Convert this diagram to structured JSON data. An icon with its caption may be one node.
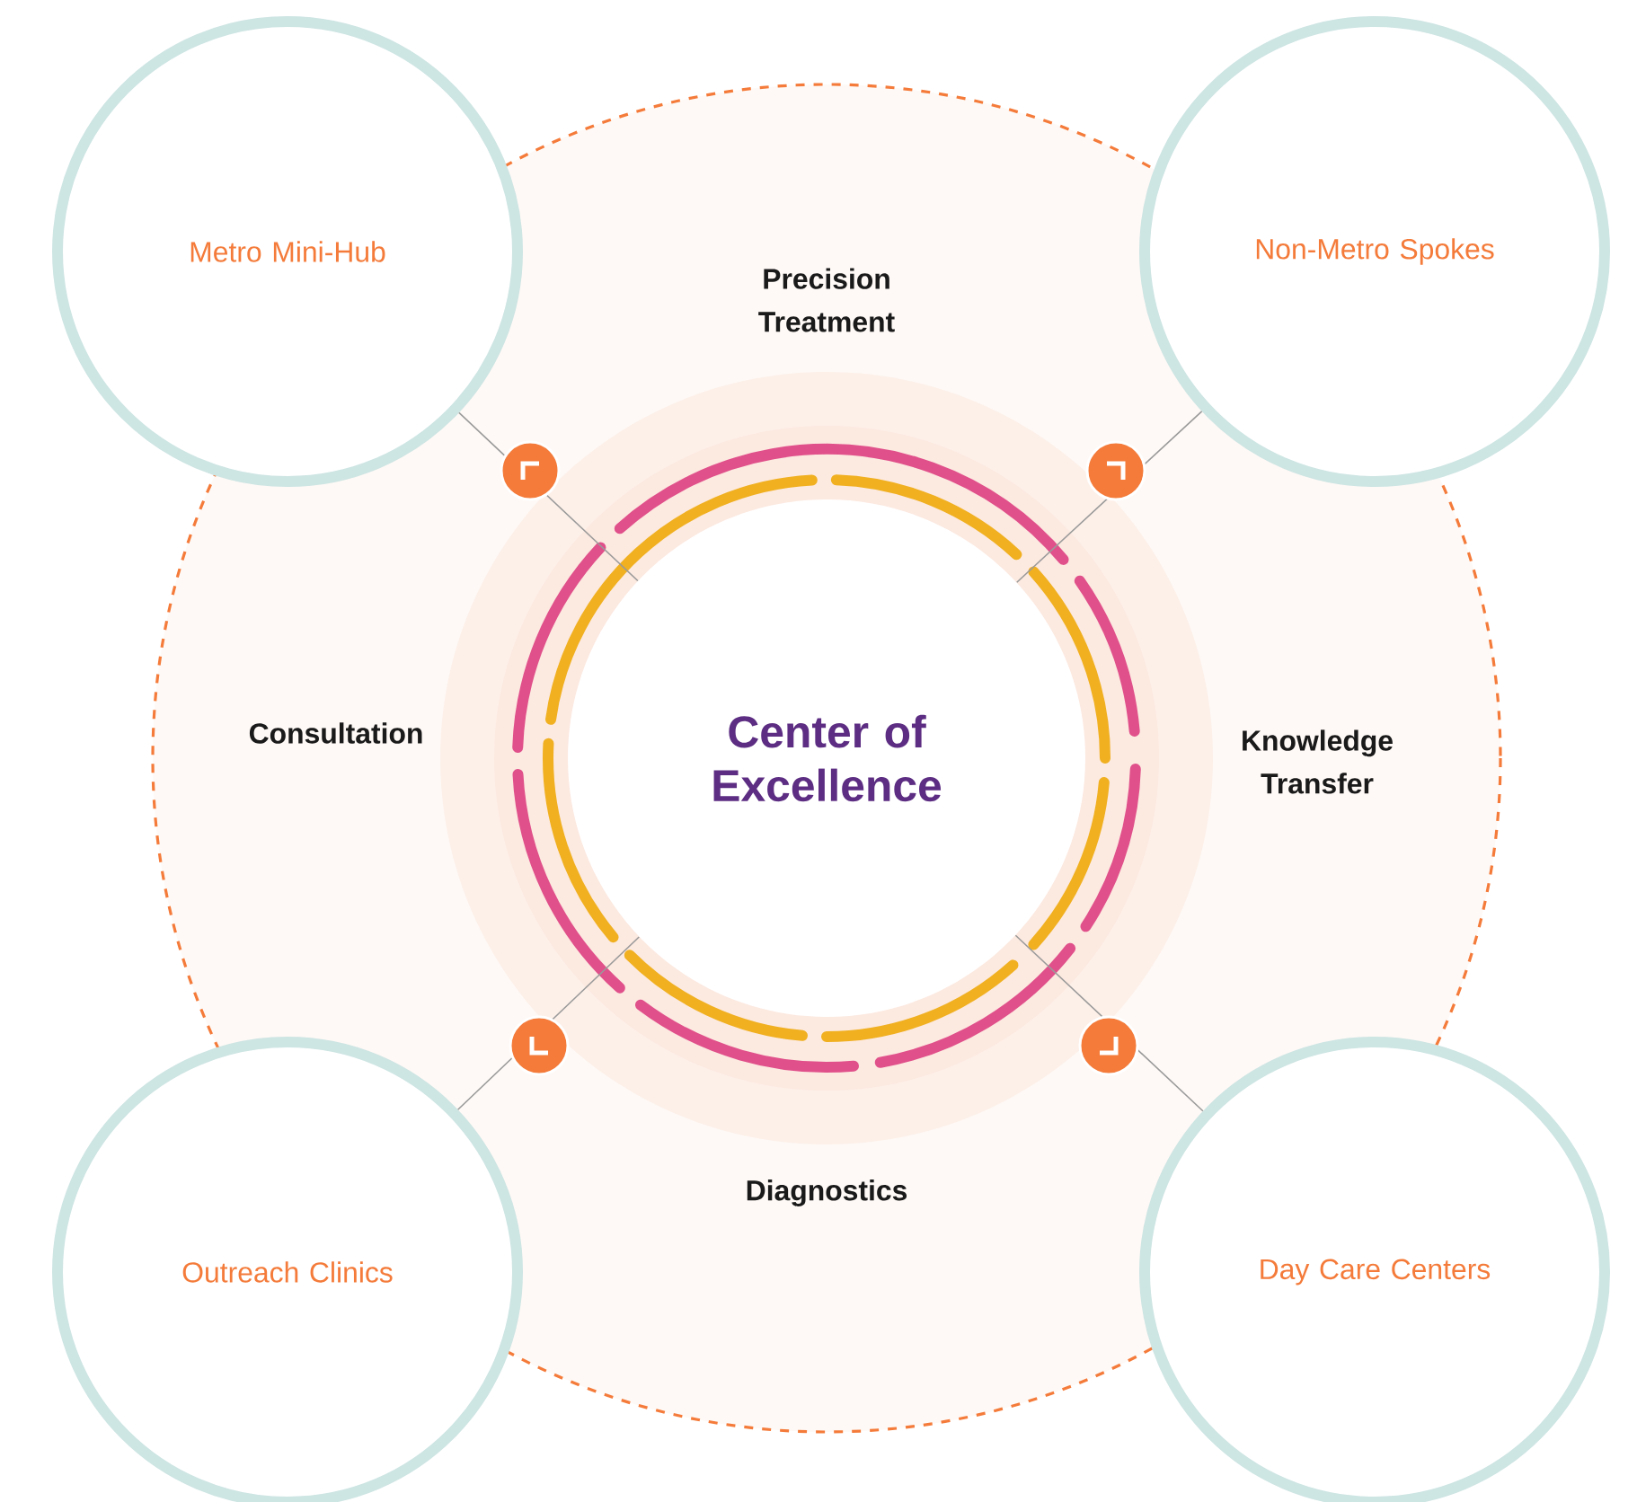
{
  "diagram": {
    "nodes": [
      {
        "text": [
          "Center of Excellence"
        ]
      },
      {
        "text": [
          "Metro Mini-Hub"
        ]
      },
      {
        "text": [
          "Non-Metro Spokes"
        ]
      },
      {
        "text": [
          "Outreach Clinics"
        ]
      },
      {
        "text": [
          "Day Care Centers"
        ]
      }
    ],
    "edges": [
      {
        "from": 0,
        "to": 1,
        "arrow": "none"
      },
      {
        "from": 0,
        "to": 2,
        "arrow": "none"
      },
      {
        "from": 0,
        "to": 3,
        "arrow": "none"
      },
      {
        "from": 0,
        "to": 4,
        "arrow": "none"
      }
    ],
    "labels": [
      "Precision Treatment",
      "Consultation",
      "Knowledge Transfer",
      "Diagnostics"
    ]
  }
}
